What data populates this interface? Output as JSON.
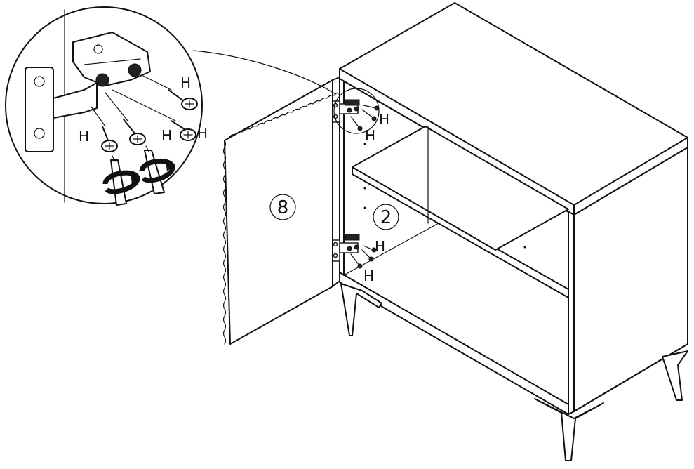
{
  "parts": {
    "door_number": "8",
    "shelf_number": "2"
  },
  "screw_label": "H",
  "callouts": {
    "zoom_labels": [
      "H",
      "H",
      "H",
      "H"
    ],
    "top_hinge_labels": [
      "H",
      "H"
    ],
    "bottom_hinge_labels": [
      "H",
      "H"
    ]
  },
  "icons": {
    "rotation": "clockwise-rotation-arrow-icon",
    "screwdriver": "screwdriver-icon",
    "screw": "screw-icon",
    "hinge": "hinge-icon"
  }
}
